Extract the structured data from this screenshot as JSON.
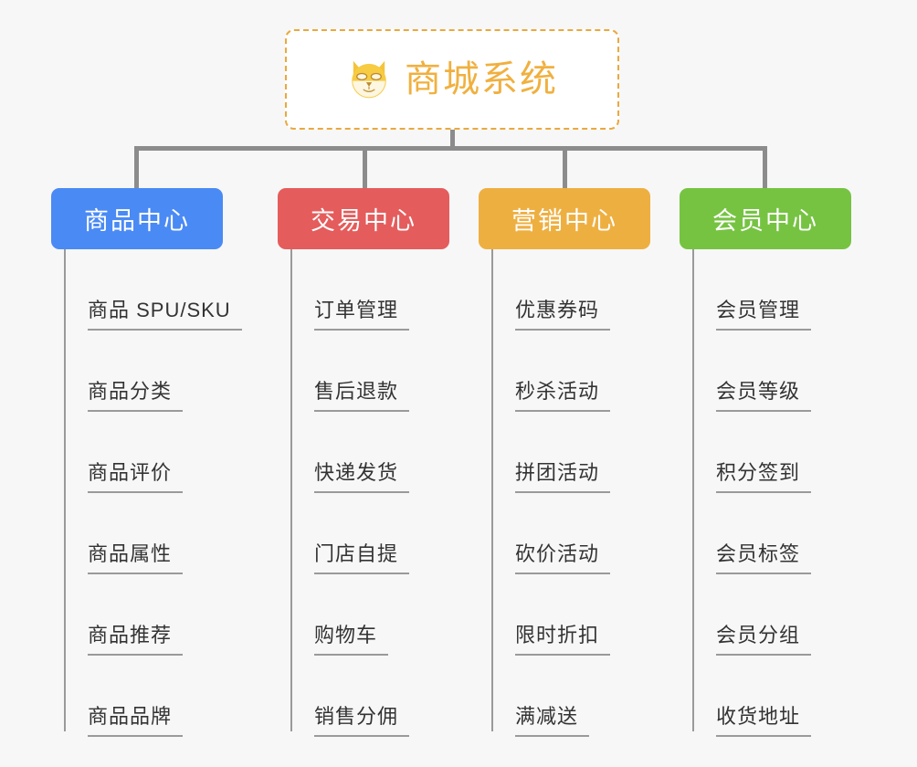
{
  "root": {
    "title": "商城系统",
    "icon": "dog-face-emoji",
    "border_color": "#e9a93f",
    "text_color": "#f0b03f",
    "background": "#ffffff"
  },
  "canvas": {
    "background": "#f7f7f7",
    "connector_color": "#8c8c8c"
  },
  "branches": [
    {
      "label": "商品中心",
      "color": "#4a8af4",
      "items": [
        "商品 SPU/SKU",
        "商品分类",
        "商品评价",
        "商品属性",
        "商品推荐",
        "商品品牌"
      ]
    },
    {
      "label": "交易中心",
      "color": "#e55c5c",
      "items": [
        "订单管理",
        "售后退款",
        "快递发货",
        "门店自提",
        "购物车",
        "销售分佣"
      ]
    },
    {
      "label": "营销中心",
      "color": "#eeaf41",
      "items": [
        "优惠券码",
        "秒杀活动",
        "拼团活动",
        "砍价活动",
        "限时折扣",
        "满减送"
      ]
    },
    {
      "label": "会员中心",
      "color": "#76c342",
      "items": [
        "会员管理",
        "会员等级",
        "积分签到",
        "会员标签",
        "会员分组",
        "收货地址"
      ]
    }
  ]
}
